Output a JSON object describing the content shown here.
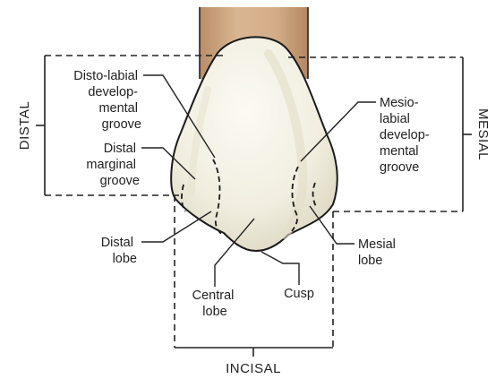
{
  "diagram": {
    "side_labels": {
      "distal": "DISTAL",
      "mesial": "MESIAL",
      "incisal": "INCISAL"
    },
    "labels": {
      "disto_labial": [
        "Disto-labial",
        "develop-",
        "mental",
        "groove"
      ],
      "distal_marginal": [
        "Distal",
        "marginal",
        "groove"
      ],
      "distal_lobe": [
        "Distal",
        "lobe"
      ],
      "central_lobe": [
        "Central",
        "lobe"
      ],
      "cusp": [
        "Cusp"
      ],
      "mesio_labial": [
        "Mesio-",
        "labial",
        "develop-",
        "mental",
        "groove"
      ],
      "mesial_lobe": [
        "Mesial",
        "lobe"
      ]
    },
    "colors": {
      "crown": "#f3f1e6",
      "crown_shade": "#dcd8c3",
      "root": "#c9a27e",
      "line": "#222222"
    }
  }
}
